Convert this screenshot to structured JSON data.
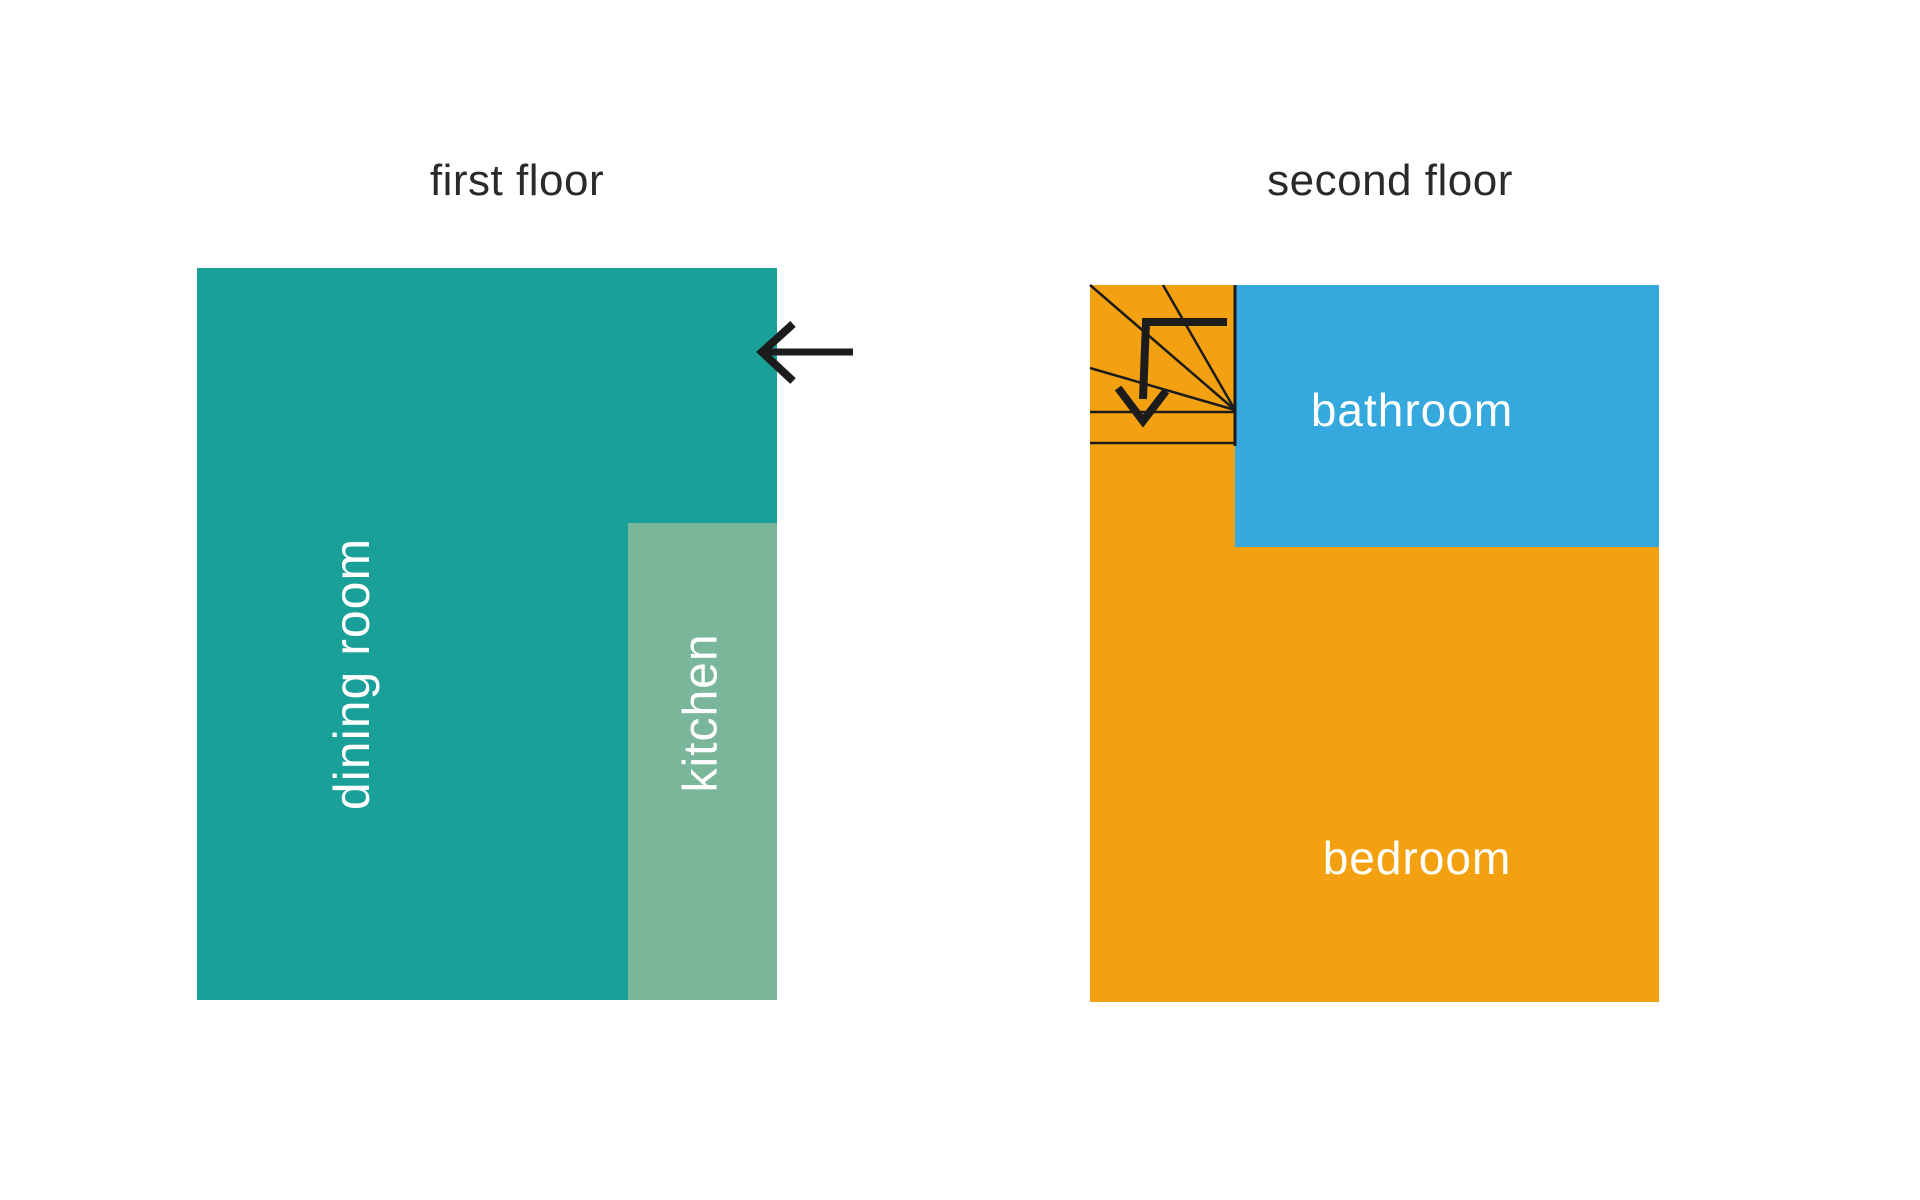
{
  "page": {
    "background": "#ffffff"
  },
  "colors": {
    "page_bg": "#ffffff",
    "title_text": "#2a2a2a",
    "label_text": "#ffffff",
    "line": "#1c1c1c",
    "dining_room": "#18a099",
    "kitchen": "#7ab69a",
    "bedroom": "#f3a011",
    "bathroom": "#35a8de"
  },
  "floors": {
    "first": {
      "title": "first floor",
      "rooms": [
        {
          "id": "dining-room",
          "label": "dining room",
          "color": "#18a099"
        },
        {
          "id": "kitchen",
          "label": "kitchen",
          "color": "#7ab69a"
        }
      ]
    },
    "second": {
      "title": "second floor",
      "rooms": [
        {
          "id": "bedroom",
          "label": "bedroom",
          "color": "#f3a011"
        },
        {
          "id": "bathroom",
          "label": "bathroom",
          "color": "#35a8de"
        }
      ]
    }
  },
  "icons": {
    "entrance_arrow": "left-arrow",
    "staircase": "stair-fan-lines-with-down-arrow"
  }
}
